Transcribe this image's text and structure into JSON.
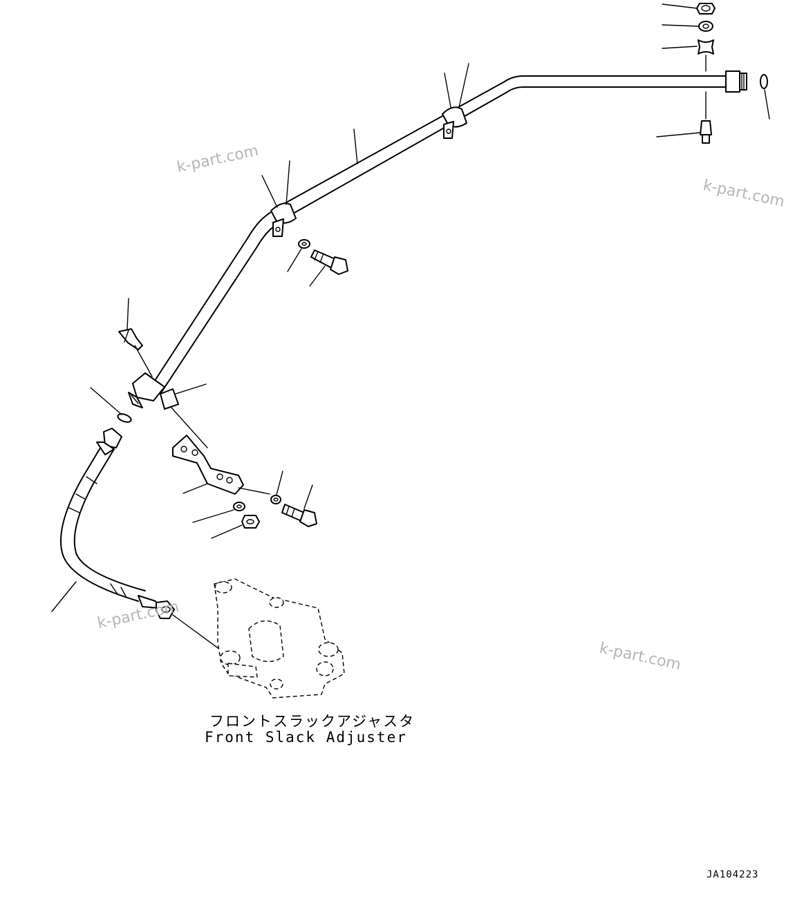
{
  "watermarks": [
    "k-part.com",
    "k-part.com",
    "k-part.com",
    "k-part.com"
  ],
  "component_label": {
    "japanese": "フロントスラックアジャスタ",
    "english": "Front Slack Adjuster"
  },
  "drawing_code": "JA104223"
}
